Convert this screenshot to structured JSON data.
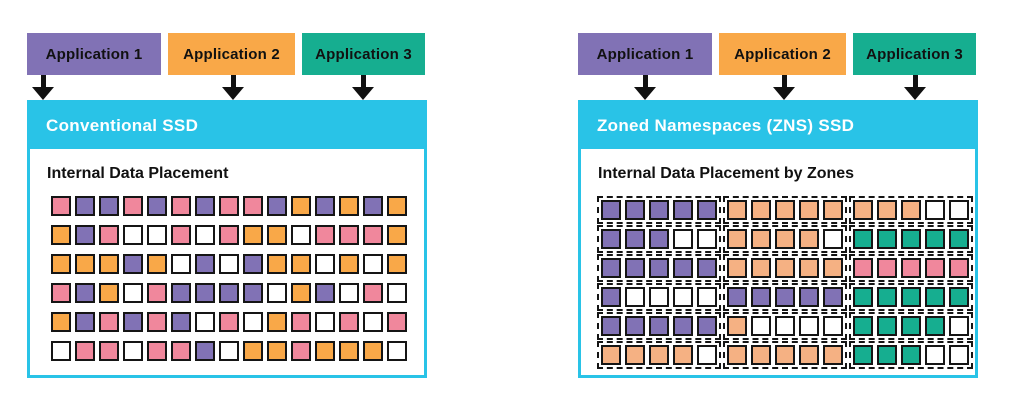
{
  "colors": {
    "purple": "#8172b5",
    "orange": "#f9a848",
    "peach": "#f5b183",
    "teal": "#16ae90",
    "pink": "#f0879c",
    "white": "#ffffff",
    "cyan": "#29c3e7",
    "ink": "#151515"
  },
  "left_panel": {
    "applications": [
      {
        "label": "Application 1",
        "color": "purple"
      },
      {
        "label": "Application 2",
        "color": "orange"
      },
      {
        "label": "Application 3",
        "color": "teal"
      }
    ],
    "ssd_title": "Conventional SSD",
    "placement_title": "Internal Data Placement",
    "grid": [
      [
        "pink",
        "purple",
        "purple",
        "pink",
        "purple",
        "pink",
        "purple",
        "pink",
        "pink",
        "purple",
        "orange",
        "purple",
        "orange",
        "purple",
        "orange"
      ],
      [
        "orange",
        "purple",
        "pink",
        "white",
        "white",
        "pink",
        "white",
        "pink",
        "orange",
        "orange",
        "white",
        "pink",
        "pink",
        "pink",
        "orange"
      ],
      [
        "orange",
        "orange",
        "orange",
        "purple",
        "orange",
        "white",
        "purple",
        "white",
        "purple",
        "orange",
        "orange",
        "white",
        "orange",
        "white",
        "orange"
      ],
      [
        "pink",
        "purple",
        "orange",
        "white",
        "pink",
        "purple",
        "purple",
        "purple",
        "purple",
        "white",
        "orange",
        "purple",
        "white",
        "pink",
        "white"
      ],
      [
        "orange",
        "purple",
        "pink",
        "purple",
        "pink",
        "purple",
        "white",
        "pink",
        "white",
        "orange",
        "pink",
        "white",
        "pink",
        "white",
        "pink"
      ],
      [
        "white",
        "pink",
        "pink",
        "white",
        "pink",
        "pink",
        "purple",
        "white",
        "orange",
        "orange",
        "pink",
        "orange",
        "orange",
        "orange",
        "white"
      ]
    ]
  },
  "right_panel": {
    "applications": [
      {
        "label": "Application 1",
        "color": "purple"
      },
      {
        "label": "Application 2",
        "color": "orange"
      },
      {
        "label": "Application 3",
        "color": "teal"
      }
    ],
    "ssd_title": "Zoned Namespaces (ZNS) SSD",
    "placement_title": "Internal Data Placement by Zones",
    "zone_rows": [
      [
        [
          "purple",
          "purple",
          "purple",
          "purple",
          "purple"
        ],
        [
          "peach",
          "peach",
          "peach",
          "peach",
          "peach"
        ],
        [
          "peach",
          "peach",
          "peach",
          "white",
          "white"
        ]
      ],
      [
        [
          "purple",
          "purple",
          "purple",
          "white",
          "white"
        ],
        [
          "peach",
          "peach",
          "peach",
          "peach",
          "white"
        ],
        [
          "teal",
          "teal",
          "teal",
          "teal",
          "teal"
        ]
      ],
      [
        [
          "purple",
          "purple",
          "purple",
          "purple",
          "purple"
        ],
        [
          "peach",
          "peach",
          "peach",
          "peach",
          "peach"
        ],
        [
          "pink",
          "pink",
          "pink",
          "pink",
          "pink"
        ]
      ],
      [
        [
          "purple",
          "white",
          "white",
          "white",
          "white"
        ],
        [
          "purple",
          "purple",
          "purple",
          "purple",
          "purple"
        ],
        [
          "teal",
          "teal",
          "teal",
          "teal",
          "teal"
        ]
      ],
      [
        [
          "purple",
          "purple",
          "purple",
          "purple",
          "purple"
        ],
        [
          "peach",
          "white",
          "white",
          "white",
          "white"
        ],
        [
          "teal",
          "teal",
          "teal",
          "teal",
          "white"
        ]
      ],
      [
        [
          "peach",
          "peach",
          "peach",
          "peach",
          "white"
        ],
        [
          "peach",
          "peach",
          "peach",
          "peach",
          "peach"
        ],
        [
          "teal",
          "teal",
          "teal",
          "white",
          "white"
        ]
      ]
    ]
  }
}
